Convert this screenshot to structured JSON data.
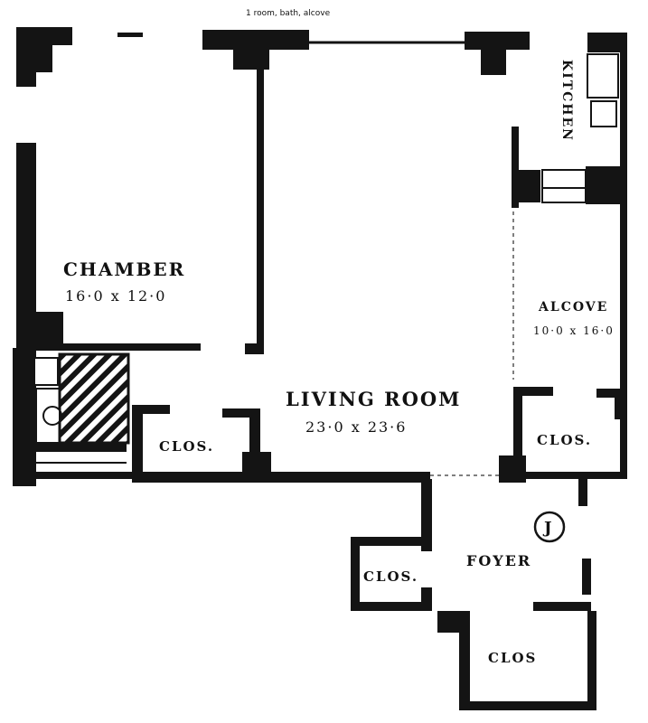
{
  "plan": {
    "header_note": "1 room, bath, alcove",
    "rooms": {
      "chamber": {
        "label": "CHAMBER",
        "dimensions": "16·0 x 12·0"
      },
      "living_room": {
        "label": "LIVING ROOM",
        "dimensions": "23·0 x 23·6"
      },
      "alcove": {
        "label": "ALCOVE",
        "dimensions": "10·0 x 16·0"
      },
      "kitchen": {
        "label": "KITCHEN"
      },
      "foyer": {
        "label": "FOYER"
      },
      "closet_chamber": {
        "label": "CLOS."
      },
      "closet_alcove": {
        "label": "CLOS."
      },
      "closet_foyer_left": {
        "label": "CLOS."
      },
      "closet_foyer_bottom": {
        "label": "CLOS"
      }
    },
    "symbols": {
      "elevator_marker": "J"
    }
  }
}
